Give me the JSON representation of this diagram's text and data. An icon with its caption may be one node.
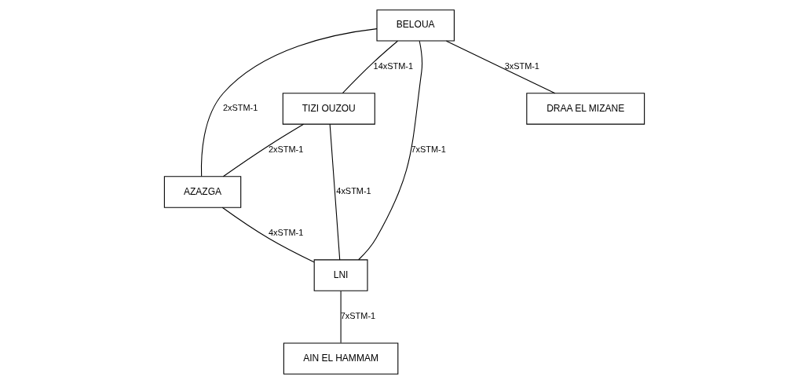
{
  "diagram": {
    "nodes": [
      {
        "text": [
          "AZAZGA"
        ]
      },
      {
        "text": [
          "BELOUA"
        ]
      },
      {
        "text": [
          "TIZI OUZOU"
        ]
      },
      {
        "text": [
          "LNI"
        ]
      },
      {
        "text": [
          "DRAA EL MIZANE"
        ]
      },
      {
        "text": [
          "AIN EL HAMMAM"
        ]
      }
    ],
    "edges": [
      {
        "from": 1,
        "to": 0,
        "arrow": "none",
        "label": "2xSTM-1"
      },
      {
        "from": 2,
        "to": 0,
        "arrow": "none",
        "label": "2xSTM-1"
      },
      {
        "from": 0,
        "to": 3,
        "arrow": "none",
        "label": "4xSTM-1"
      },
      {
        "from": 1,
        "to": 3,
        "arrow": "none",
        "label": "7xSTM-1"
      },
      {
        "from": 1,
        "to": 2,
        "arrow": "none",
        "label": "14xSTM-1"
      },
      {
        "from": 1,
        "to": 4,
        "arrow": "none",
        "label": "3xSTM-1"
      },
      {
        "from": 2,
        "to": 3,
        "arrow": "none",
        "label": "4xSTM-1"
      },
      {
        "from": 3,
        "to": 5,
        "arrow": "none",
        "label": "7xSTM-1"
      }
    ]
  }
}
